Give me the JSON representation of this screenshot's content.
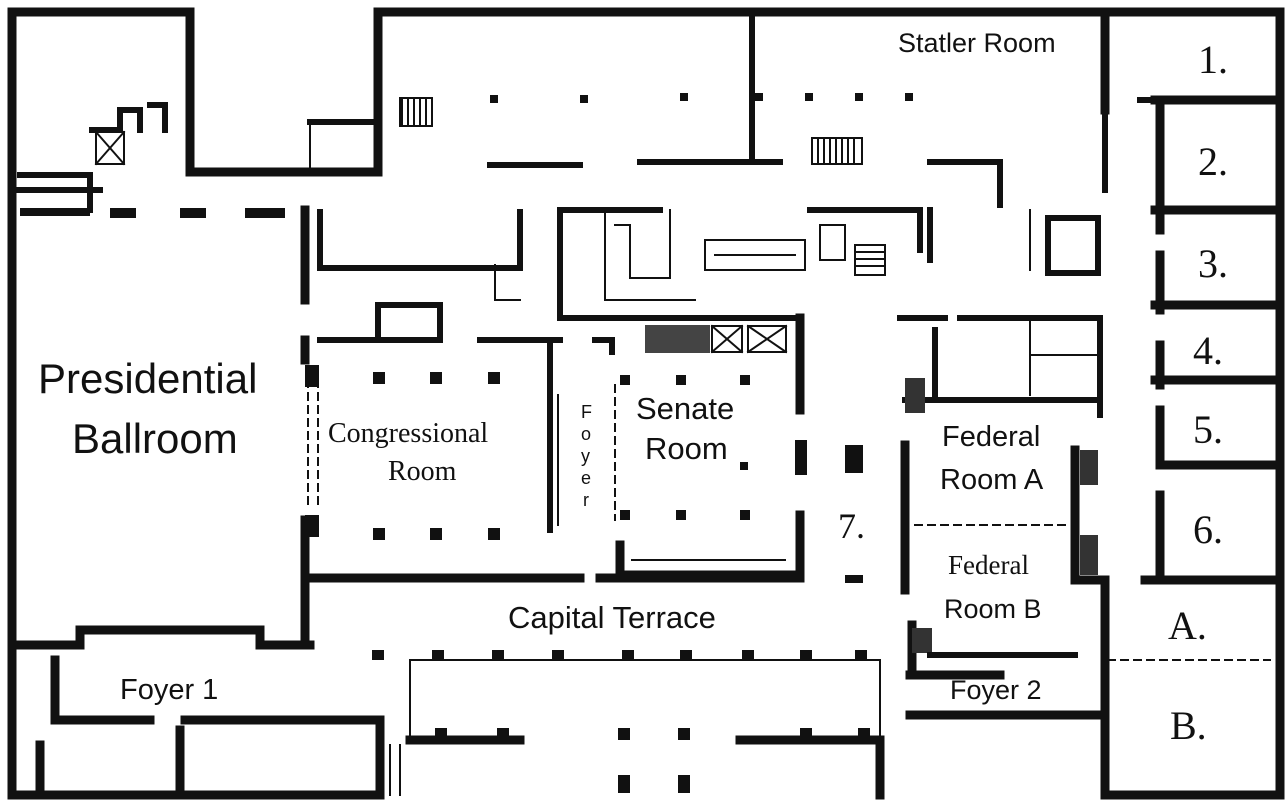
{
  "rooms": {
    "statler": "Statler Room",
    "presidential_1": "Presidential",
    "presidential_2": "Ballroom",
    "congressional_1": "Congressional",
    "congressional_2": "Room",
    "foyer_vertical": [
      "F",
      "o",
      "y",
      "e",
      "r"
    ],
    "senate_1": "Senate",
    "senate_2": "Room",
    "federal_a_1": "Federal",
    "federal_a_2": "Room A",
    "federal_b_1": "Federal",
    "federal_b_2": "Room B",
    "capital_terrace": "Capital Terrace",
    "foyer_1": "Foyer 1",
    "foyer_2": "Foyer 2",
    "room_7": "7."
  },
  "numbered_rooms": [
    "1.",
    "2.",
    "3.",
    "4.",
    "5.",
    "6."
  ],
  "lettered_rooms": [
    "A.",
    "B."
  ]
}
